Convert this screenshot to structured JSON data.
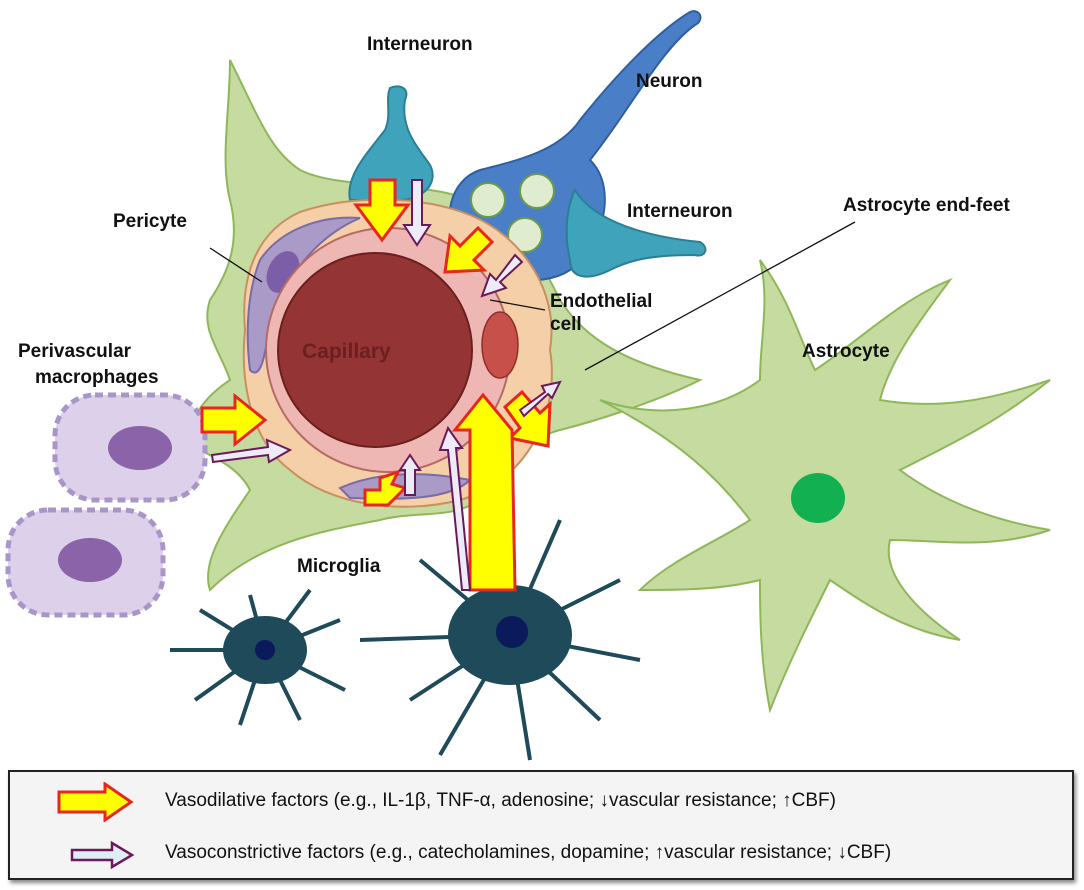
{
  "labels": {
    "interneuron_top": "Interneuron",
    "neuron": "Neuron",
    "interneuron_right": "Interneuron",
    "astrocyte_endfeet": "Astrocyte end-feet",
    "pericyte": "Pericyte",
    "endothelial_line1": "Endothelial",
    "endothelial_line2": "cell",
    "perivascular_line1": "Perivascular",
    "perivascular_line2": "macrophages",
    "capillary": "Capillary",
    "astrocyte": "Astrocyte",
    "microglia": "Microglia"
  },
  "legend": {
    "vasodilative": "Vasodilative factors (e.g., IL-1β, TNF-α, adenosine; ↓vascular resistance; ↑CBF)",
    "vasoconstrictive": "Vasoconstrictive factors (e.g., catecholamines, dopamine; ↑vascular resistance; ↓CBF)"
  },
  "colors": {
    "vasodilative_fill": "#ffff00",
    "vasodilative_stroke": "#e8261c",
    "vasoconstrictive_fill": "#e6e6f5",
    "vasoconstrictive_stroke": "#6a1a5a",
    "astrocyte": "#c5dba0",
    "capillary": "#943434",
    "neuron": "#4a7fc8",
    "interneuron": "#3fa3bb",
    "microglia": "#1e4a5a"
  }
}
